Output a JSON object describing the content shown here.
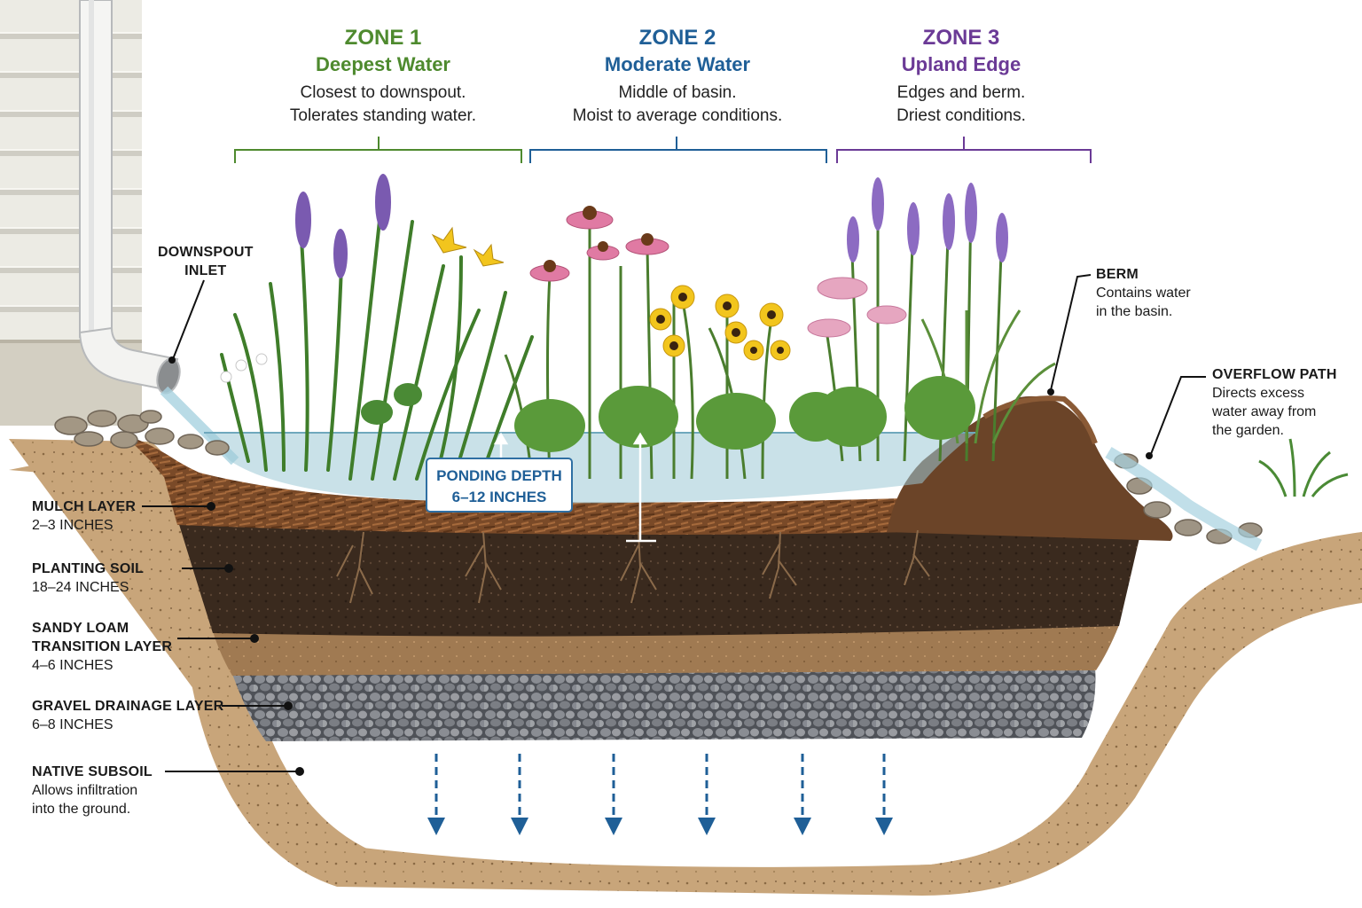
{
  "zones": [
    {
      "title": "ZONE 1",
      "heading": "Deepest Water",
      "desc": "Closest to downspout.\nTolerates standing water.",
      "color": "#4e8a2e"
    },
    {
      "title": "ZONE 2",
      "heading": "Moderate Water",
      "desc": "Middle of basin.\nMoist to average conditions.",
      "color": "#1f5f97"
    },
    {
      "title": "ZONE 3",
      "heading": "Upland Edge",
      "desc": "Edges and berm.\nDriest conditions.",
      "color": "#6b3a96"
    }
  ],
  "callouts": {
    "downspout": {
      "title": "DOWNSPOUT\nINLET"
    },
    "berm": {
      "title": "BERM",
      "desc": "Contains water\nin the basin."
    },
    "overflow": {
      "title": "OVERFLOW PATH",
      "desc": "Directs excess\nwater away from\nthe garden."
    },
    "ponding": {
      "title": "PONDING DEPTH",
      "value": "6–12 INCHES"
    }
  },
  "layers": [
    {
      "title": "MULCH LAYER",
      "desc": "2–3 INCHES"
    },
    {
      "title": "PLANTING SOIL",
      "desc": "18–24 INCHES"
    },
    {
      "title": "SANDY LOAM\nTRANSITION LAYER",
      "desc": "4–6 INCHES"
    },
    {
      "title": "GRAVEL DRAINAGE LAYER",
      "desc": "6–8 INCHES"
    },
    {
      "title": "NATIVE SUBSOIL",
      "desc": "Allows infiltration\ninto the ground."
    }
  ],
  "colors": {
    "water": "#9cc9d6",
    "infiltration_arrow": "#1f5f97",
    "mulch": "#7a4a28",
    "planting_soil": "#3a2a1e",
    "sandy_loam": "#a07a52",
    "gravel": "#6d7078",
    "subsoil": "#c8a57a"
  }
}
